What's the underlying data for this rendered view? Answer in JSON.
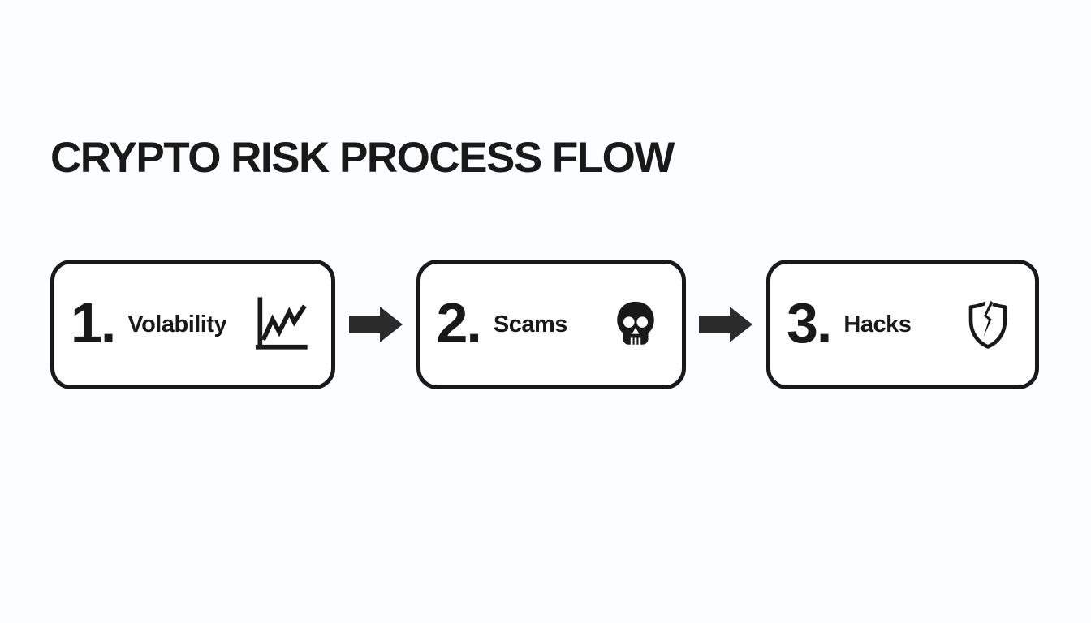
{
  "title": "CRYPTO RISK PROCESS FLOW",
  "flow": {
    "steps": [
      {
        "number": "1.",
        "label": "Volability",
        "icon": "line-chart-icon"
      },
      {
        "number": "2.",
        "label": "Scams",
        "icon": "skull-icon"
      },
      {
        "number": "3.",
        "label": "Hacks",
        "icon": "cracked-shield-icon"
      }
    ],
    "connector": "arrow-right"
  },
  "colors": {
    "ink": "#191919",
    "arrow": "#2b2b2b",
    "background": "#fbfdfe",
    "box-fill": "#ffffff"
  }
}
